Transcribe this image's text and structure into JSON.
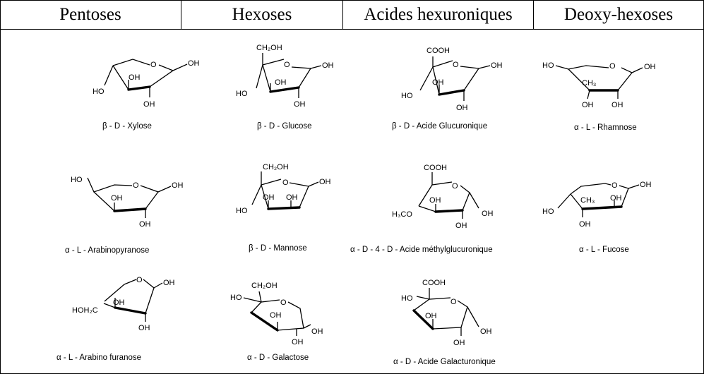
{
  "columns": [
    {
      "header": "Pentoses"
    },
    {
      "header": "Hexoses"
    },
    {
      "header": "Acides hexuroniques"
    },
    {
      "header": "Deoxy-hexoses"
    }
  ],
  "structures": {
    "xylose": {
      "name": "β - D - Xylose"
    },
    "glucose": {
      "name": "β - D - Glucose"
    },
    "glcA": {
      "name": "β - D - Acide Glucuronique"
    },
    "rhamnose": {
      "name": "α - L - Rhamnose"
    },
    "arap": {
      "name": "α - L - Arabinopyranose"
    },
    "mannose": {
      "name": "β - D - Mannose"
    },
    "meglca": {
      "name": "α - D - 4 - D - Acide méthylglucuronique"
    },
    "fucose": {
      "name": "α - L - Fucose"
    },
    "araf": {
      "name": "α - L - Arabino furanose"
    },
    "galactose": {
      "name": "α - D - Galactose"
    },
    "gala": {
      "name": "α - D - Acide Galacturonique"
    }
  },
  "atoms": {
    "oh": "OH",
    "ho": "HO",
    "o": "O",
    "ch2oh": "CH₂OH",
    "cooh": "COOH",
    "ch3": "CH₃",
    "h3co": "H₃CO",
    "hoh2c": "HOH₂C"
  }
}
